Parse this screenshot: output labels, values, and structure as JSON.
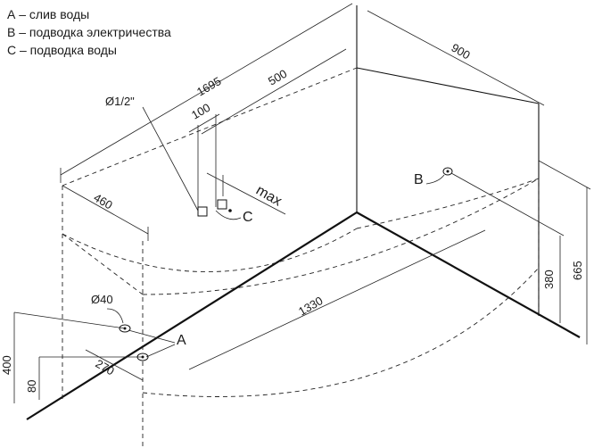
{
  "legend": {
    "a": "А – слив воды",
    "b": "В – подводка электричества",
    "c": "С – подводка воды"
  },
  "dimensions": {
    "length_1695": "1695",
    "d_500": "500",
    "d_900": "900",
    "pipe": "Ø1/2\"",
    "d_100": "100",
    "max": "max",
    "d_460": "460",
    "d_1330": "1330",
    "d_380": "380",
    "d_665": "665",
    "d_400": "400",
    "d_80": "80",
    "d_270": "270",
    "drain": "Ø40"
  },
  "labels": {
    "a": "A",
    "b": "B",
    "c": "C"
  }
}
